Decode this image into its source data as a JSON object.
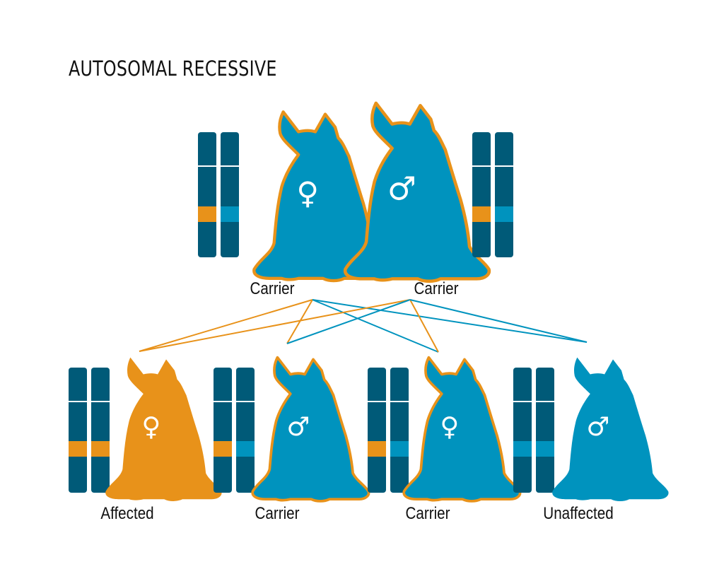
{
  "title": "AUTOSOMAL RECESSIVE",
  "colors": {
    "chromosome": "#005a78",
    "normal_allele": "#0093be",
    "affected_allele": "#e8921a",
    "dog_blue": "#0093be",
    "dog_orange": "#e8921a",
    "outline": "#e8921a",
    "symbol": "#ffffff"
  },
  "parents": [
    {
      "label": "Carrier",
      "sex": "female",
      "symbol": "♀",
      "status": "carrier"
    },
    {
      "label": "Carrier",
      "sex": "male",
      "symbol": "♂",
      "status": "carrier"
    }
  ],
  "offspring": [
    {
      "label": "Affected",
      "sex": "female",
      "symbol": "♀",
      "status": "affected"
    },
    {
      "label": "Carrier",
      "sex": "male",
      "symbol": "♂",
      "status": "carrier"
    },
    {
      "label": "Carrier",
      "sex": "female",
      "symbol": "♀",
      "status": "carrier"
    },
    {
      "label": "Unaffected",
      "sex": "male",
      "symbol": "♂",
      "status": "unaffected"
    }
  ]
}
